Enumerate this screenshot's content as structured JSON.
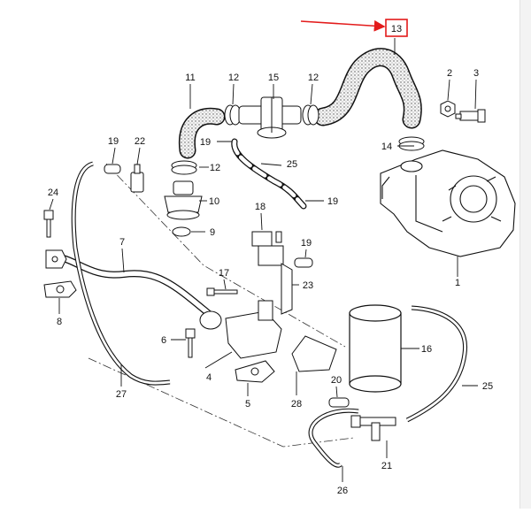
{
  "callouts": [
    {
      "label": "13",
      "highlighted": true
    },
    {
      "label": "11"
    },
    {
      "label": "12"
    },
    {
      "label": "15"
    },
    {
      "label": "12"
    },
    {
      "label": "2"
    },
    {
      "label": "3"
    },
    {
      "label": "19"
    },
    {
      "label": "22"
    },
    {
      "label": "19"
    },
    {
      "label": "25"
    },
    {
      "label": "12"
    },
    {
      "label": "14"
    },
    {
      "label": "24"
    },
    {
      "label": "10"
    },
    {
      "label": "19"
    },
    {
      "label": "18"
    },
    {
      "label": "9"
    },
    {
      "label": "7"
    },
    {
      "label": "19"
    },
    {
      "label": "17"
    },
    {
      "label": "23"
    },
    {
      "label": "1"
    },
    {
      "label": "8"
    },
    {
      "label": "6"
    },
    {
      "label": "16"
    },
    {
      "label": "4"
    },
    {
      "label": "20"
    },
    {
      "label": "25"
    },
    {
      "label": "27"
    },
    {
      "label": "5"
    },
    {
      "label": "28"
    },
    {
      "label": "21"
    },
    {
      "label": "26"
    }
  ],
  "colors": {
    "highlight": "#e31b1b",
    "ink": "#111111",
    "hose_fill": "#e9e9e9",
    "background": "#ffffff"
  }
}
